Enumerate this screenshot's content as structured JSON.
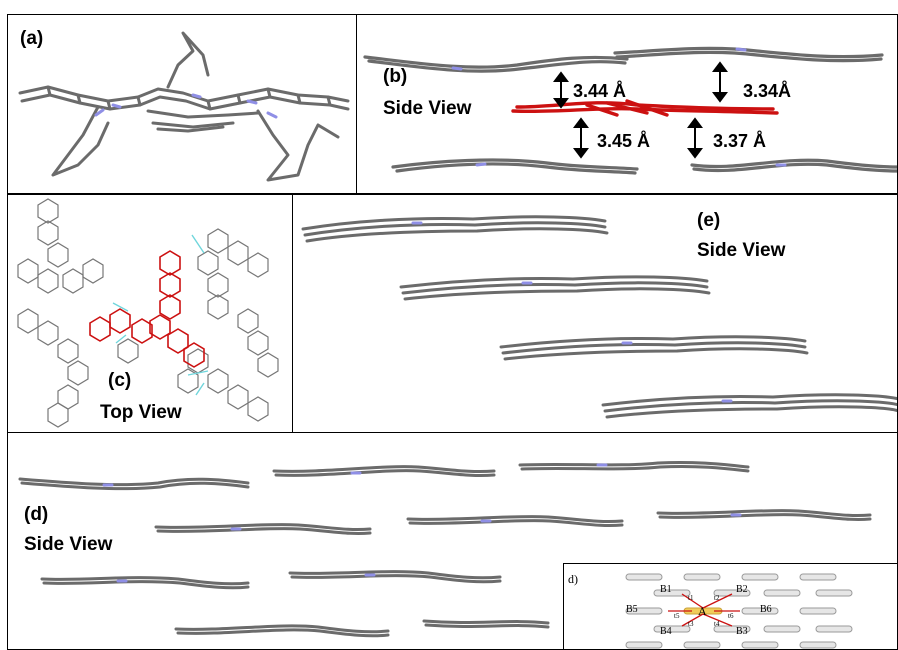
{
  "colors": {
    "molecule": "#6b6b6b",
    "nitrogen": "#8f8fe6",
    "highlight": "#cc1111",
    "hbond": "#6fd6dc",
    "arrow": "#000000"
  },
  "panels": {
    "a": {
      "label": "(a)"
    },
    "b": {
      "label": "(b)",
      "view": "Side View",
      "distances": [
        "3.44 Å",
        "3.34Å",
        "3.45 Å",
        "3.37 Å"
      ]
    },
    "c": {
      "label": "(c)",
      "view": "Top View"
    },
    "d": {
      "label": "(d)",
      "view": "Side View"
    },
    "e": {
      "label": "(e)",
      "view": "Side View"
    }
  },
  "inset": {
    "label": "d)",
    "center": "A",
    "neighbors": [
      "B1",
      "B2",
      "B5",
      "B6",
      "B4",
      "B3"
    ],
    "transfers": [
      "t1",
      "t2",
      "t3",
      "t4",
      "t5",
      "t6"
    ]
  }
}
